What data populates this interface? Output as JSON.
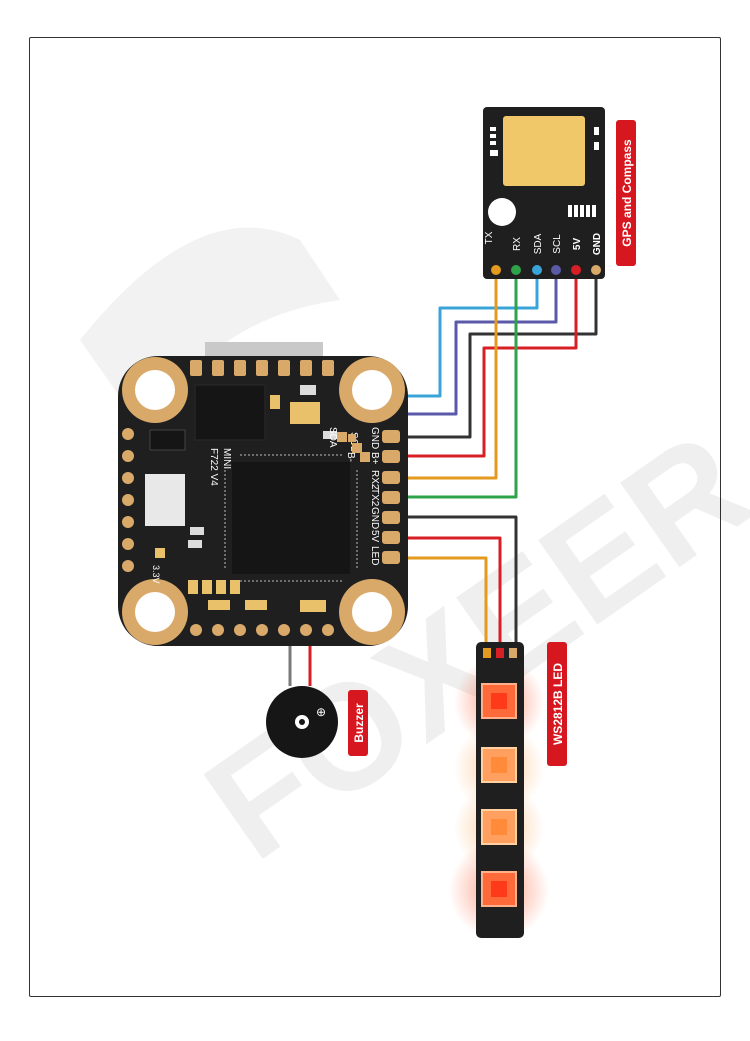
{
  "brand_watermark": "FOXEER",
  "fc": {
    "model_line1": "MINI",
    "model_line2": "F722 V4",
    "voltage_label": "3.3V",
    "pads_top": {
      "sda": "SDA",
      "scl": "SCL",
      "gnd": "GND",
      "bplus": "B+",
      "bminus": "B-",
      "rx2": "RX2",
      "tx2": "TX2",
      "gnd2": "GND",
      "v5": "5V",
      "led": "LED"
    }
  },
  "gps": {
    "tag": "GPS and Compass",
    "pins": [
      "TX",
      "RX",
      "SDA",
      "SCL",
      "5V",
      "GND"
    ]
  },
  "buzzer": {
    "tag": "Buzzer"
  },
  "led_strip": {
    "tag": "WS2812B LED"
  },
  "colors": {
    "tag_bg": "#d7171f",
    "board": "#1f1f1f",
    "pad_gold": "#d9a96a",
    "wire_blue": "#3aa4d9",
    "wire_purple": "#5a5aa8",
    "wire_dark": "#333333",
    "wire_red": "#d81f26",
    "wire_orange": "#e39a1f",
    "wire_green": "#2fa349",
    "wire_gray": "#7a7a7a"
  }
}
